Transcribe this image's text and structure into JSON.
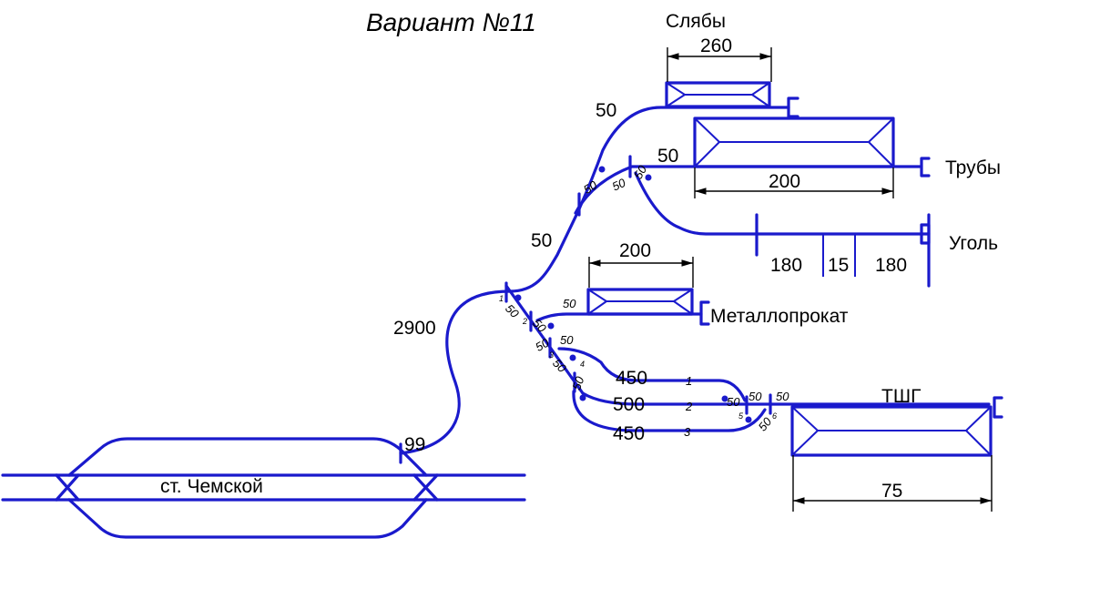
{
  "title": "Вариант №11",
  "station": "ст. Чемской",
  "labels": {
    "slabs": "Слябы",
    "pipes": "Трубы",
    "coal": "Уголь",
    "metal": "Металлопрокат",
    "tshg": "ТШГ"
  },
  "lengths": {
    "main_lead": "2900",
    "switch_99": "99",
    "lead_50_mid": "50",
    "lead_50_top": "50",
    "pipes_lead": "50",
    "slabs_dim": "260",
    "pipes_dim": "200",
    "coal_dim_a": "180",
    "coal_dim_b": "15",
    "coal_dim_c": "180",
    "metal_dim": "200",
    "track1": "450",
    "track2": "500",
    "track3": "450",
    "tshg_dim": "75"
  },
  "small_marks": {
    "s50": "50",
    "n1": "1",
    "n2": "2",
    "n3": "3",
    "n4": "4",
    "n5": "5",
    "n6": "6"
  }
}
